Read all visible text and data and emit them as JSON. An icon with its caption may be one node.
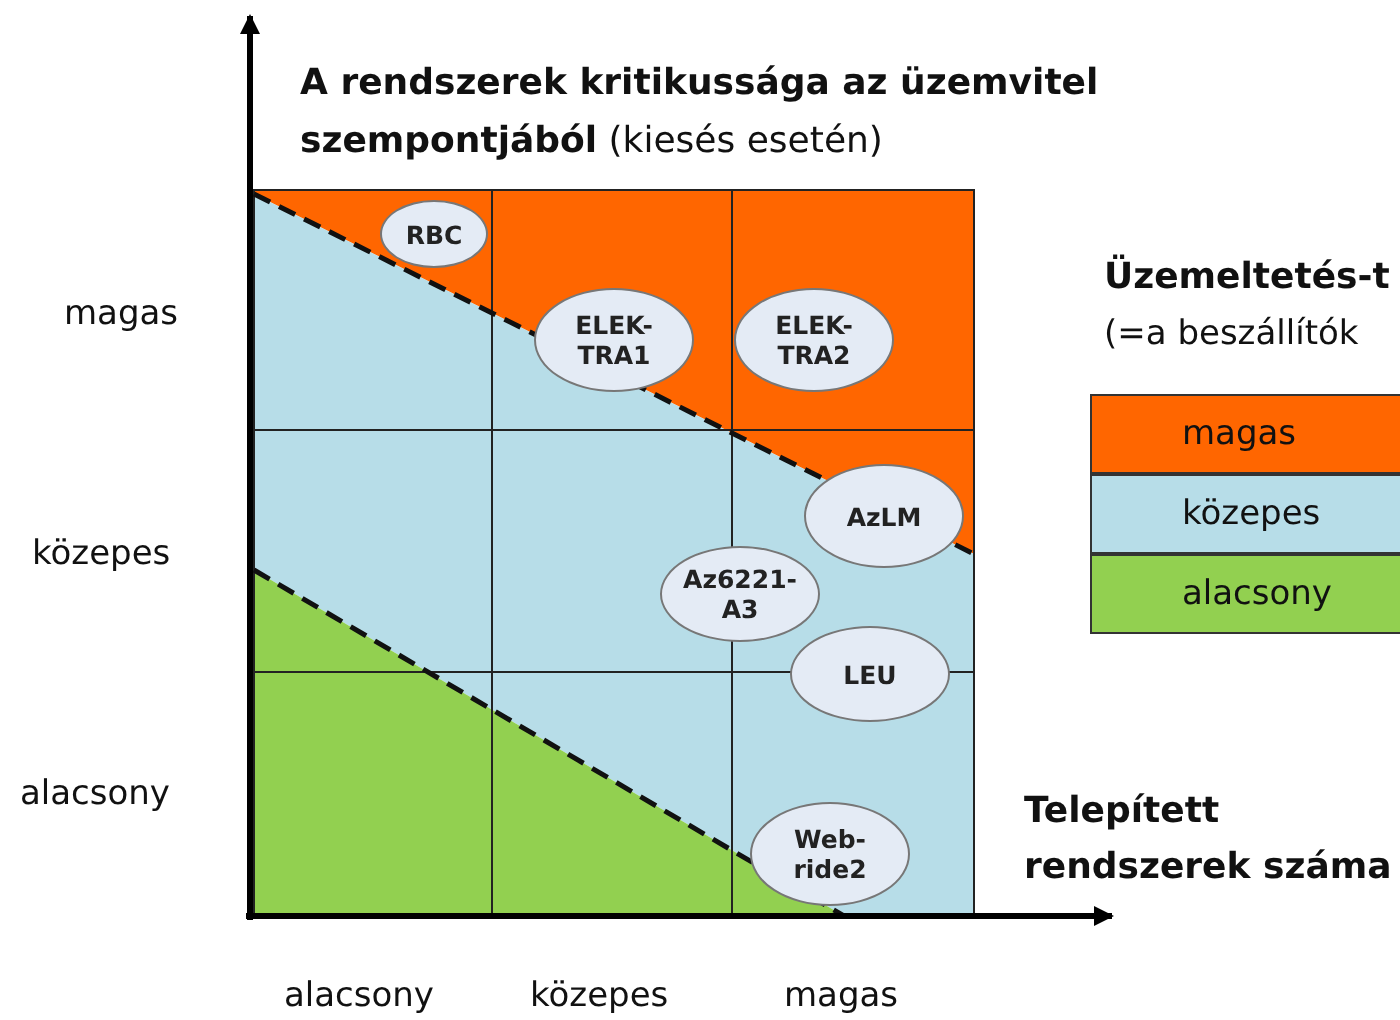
{
  "diagram": {
    "title": "**A rendszerek kritikussága az üzemvitel szempontjából** (kiesés esetén)",
    "nodes": [
      {
        "text": [
          "RBC"
        ]
      },
      {
        "text": [
          "ELEK-TRA1"
        ]
      },
      {
        "text": [
          "ELEK-TRA2"
        ]
      },
      {
        "text": [
          "AzLM"
        ]
      },
      {
        "text": [
          "Az6221-A3"
        ]
      },
      {
        "text": [
          "LEU"
        ]
      },
      {
        "text": [
          "Web-ride2"
        ]
      }
    ],
    "edges": [],
    "labels": [
      "magas",
      "közepes",
      "alacsony",
      "Telepített rendszerek száma",
      "alacsony",
      "közepes",
      "magas",
      "Üzemeltetés-t",
      "(=a beszállítók"
    ],
    "legend": [
      {
        "text": "magas",
        "color": "#ff6600"
      },
      {
        "text": "közepes",
        "color": "#b7dde8"
      },
      {
        "text": "alacsony",
        "color": "#92d050"
      }
    ]
  }
}
